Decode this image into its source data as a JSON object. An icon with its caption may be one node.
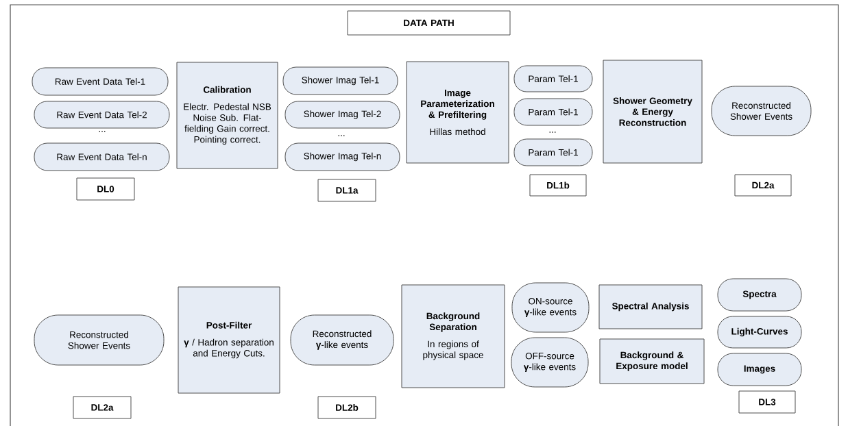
{
  "diagram": {
    "nodes": [
      {
        "text": [
          "DATA PATH"
        ]
      },
      {
        "text": [
          "Raw Event Data Tel-1"
        ]
      },
      {
        "text": [
          "Raw Event Data Tel-2"
        ]
      },
      {
        "text": [
          "Raw Event Data Tel-n"
        ]
      },
      {
        "text": [
          "Calibration",
          "Electr. Pedestal NSB Noise Sub. Flat-fielding Gain correct. Pointing correct."
        ]
      },
      {
        "text": [
          "Shower Imag Tel-1"
        ]
      },
      {
        "text": [
          "Shower Imag Tel-2"
        ]
      },
      {
        "text": [
          "Shower Imag Tel-n"
        ]
      },
      {
        "text": [
          "Image Parameterization & Prefiltering",
          "Hillas method"
        ]
      },
      {
        "text": [
          "Param Tel-1"
        ]
      },
      {
        "text": [
          "Param Tel-1"
        ]
      },
      {
        "text": [
          "Param Tel-1"
        ]
      },
      {
        "text": [
          "Shower Geometry & Energy Reconstruction"
        ]
      },
      {
        "text": [
          "Reconstructed Shower Events"
        ]
      },
      {
        "text": [
          "DL0"
        ]
      },
      {
        "text": [
          "DL1a"
        ]
      },
      {
        "text": [
          "DL1b"
        ]
      },
      {
        "text": [
          "DL2a"
        ]
      },
      {
        "text": [
          "Reconstructed Shower Events"
        ]
      },
      {
        "text": [
          "Post-Filter",
          "**γ** / Hadron separation and Energy Cuts."
        ]
      },
      {
        "text": [
          "Reconstructed **γ**-like events"
        ]
      },
      {
        "text": [
          "Background Separation",
          "In regions of physical space"
        ]
      },
      {
        "text": [
          "ON-source **γ**-like events"
        ]
      },
      {
        "text": [
          "OFF-source **γ**-like events"
        ]
      },
      {
        "text": [
          "Spectral Analysis"
        ]
      },
      {
        "text": [
          "Background & Exposure model"
        ]
      },
      {
        "text": [
          "Spectra"
        ]
      },
      {
        "text": [
          "Light-Curves"
        ]
      },
      {
        "text": [
          "Images"
        ]
      },
      {
        "text": [
          "DL2a"
        ]
      },
      {
        "text": [
          "DL2b"
        ]
      },
      {
        "text": [
          "DL3"
        ]
      }
    ],
    "labels": [
      "...",
      "...",
      "..."
    ]
  }
}
